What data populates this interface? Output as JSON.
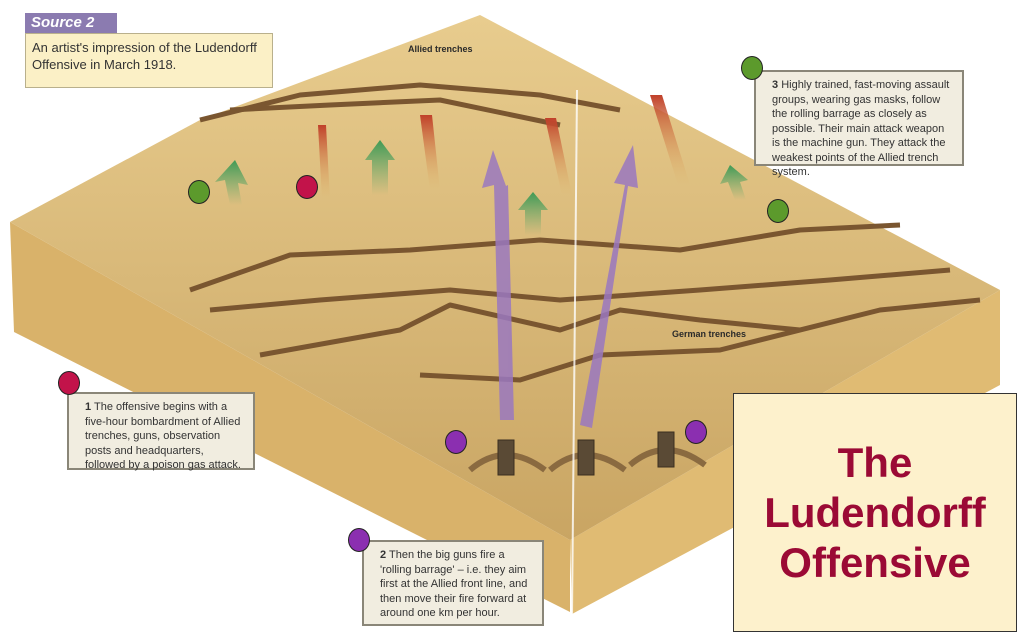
{
  "source": {
    "tag": "Source 2",
    "caption": "An artist's impression of the Ludendorff Offensive in March 1918."
  },
  "map_labels": {
    "allied_trenches": "Allied trenches",
    "german_trenches": "German trenches"
  },
  "callouts": [
    {
      "number": "1",
      "text": "The offensive begins with a five-hour bombardment of Allied trenches, guns, observation posts and headquarters, followed by a poison gas attack."
    },
    {
      "number": "2",
      "text": "Then the big guns fire a 'rolling barrage' – i.e. they aim first at the Allied front line, and then move their fire forward at around one km per hour."
    },
    {
      "number": "3",
      "text": "Highly trained, fast-moving assault groups, wearing gas masks, follow the rolling barrage as closely as possible. Their main attack weapon is the machine gun. They attack the weakest points of the Allied trench system."
    }
  ],
  "title": "The Ludendorff Offensive",
  "colors": {
    "green": "#5c9a2c",
    "red": "#c2134a",
    "purple": "#8b2fb0",
    "title": "#9b0a35"
  }
}
